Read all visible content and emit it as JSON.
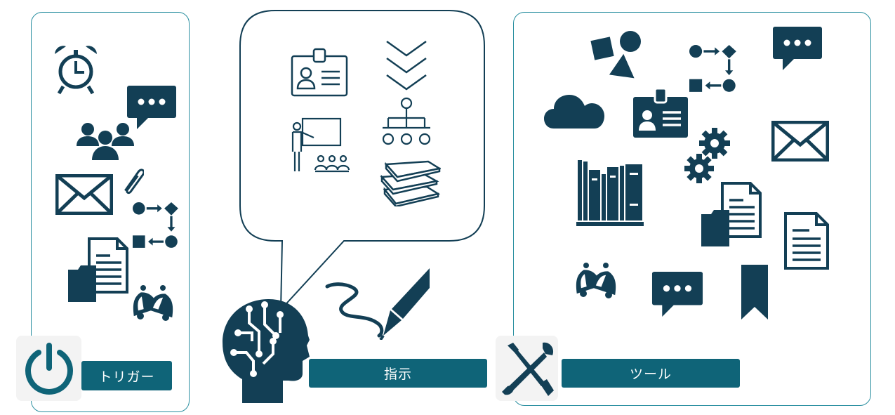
{
  "labels": {
    "trigger": "トリガー",
    "instruction": "指示",
    "tools": "ツール"
  },
  "colors": {
    "icon": "#133f55",
    "accent": "#0f6478",
    "panel_border": "#2a8fa0",
    "tile_bg": "#f3f3f3"
  },
  "icons": {
    "trigger_panel": [
      "alarm-clock-icon",
      "chat-bubble-icon",
      "people-group-icon",
      "envelope-icon",
      "paperclip-icon",
      "workflow-icon",
      "folder-document-icon",
      "bells-icon"
    ],
    "instruction_bubble": [
      "id-card-icon",
      "chevrons-down-icon",
      "teacher-icon",
      "hierarchy-icon",
      "books-icon"
    ],
    "tools_panel": [
      "shapes-icon",
      "workflow-icon",
      "chat-bubble-icon",
      "cloud-icon",
      "id-card-icon",
      "envelope-icon",
      "gears-icon",
      "bookshelf-icon",
      "folder-document-icon",
      "document-icon",
      "bells-icon",
      "chat-bubble-icon",
      "bookmark-icon"
    ],
    "bottom": [
      "power-icon",
      "ai-head-icon",
      "pen-icon",
      "tools-icon"
    ]
  }
}
